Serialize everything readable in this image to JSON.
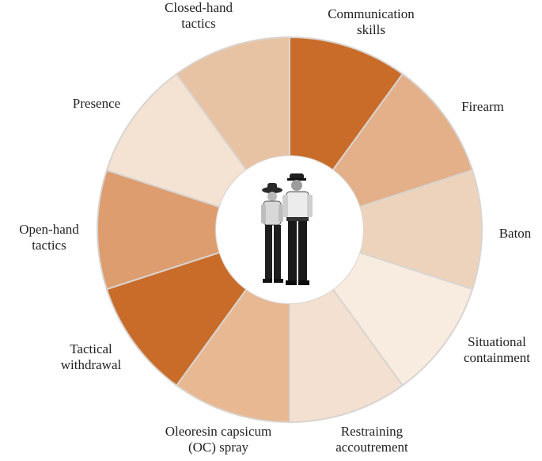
{
  "diagram": {
    "segments": [
      {
        "label": [
          "Communication",
          "skills"
        ],
        "color": "#c96c2a"
      },
      {
        "label": [
          "Firearm"
        ],
        "color": "#e3b08a"
      },
      {
        "label": [
          "Baton"
        ],
        "color": "#eed3bc"
      },
      {
        "label": [
          "Situational",
          "containment"
        ],
        "color": "#f8ece1"
      },
      {
        "label": [
          "Restraining",
          "accoutrement"
        ],
        "color": "#f3e0d0"
      },
      {
        "label": [
          "Oleoresin capsicum",
          "(OC) spray"
        ],
        "color": "#e8b893"
      },
      {
        "label": [
          "Tactical",
          "withdrawal"
        ],
        "color": "#c96c2a"
      },
      {
        "label": [
          "Open-hand",
          "tactics"
        ],
        "color": "#dd9d6f"
      },
      {
        "label": [
          "Presence"
        ],
        "color": "#f4e2d3"
      },
      {
        "label": [
          "Closed-hand",
          "tactics"
        ],
        "color": "#e8c3a3"
      }
    ],
    "center": {
      "image": "police-officers-image"
    },
    "separator_color": "#d9d4cf"
  }
}
